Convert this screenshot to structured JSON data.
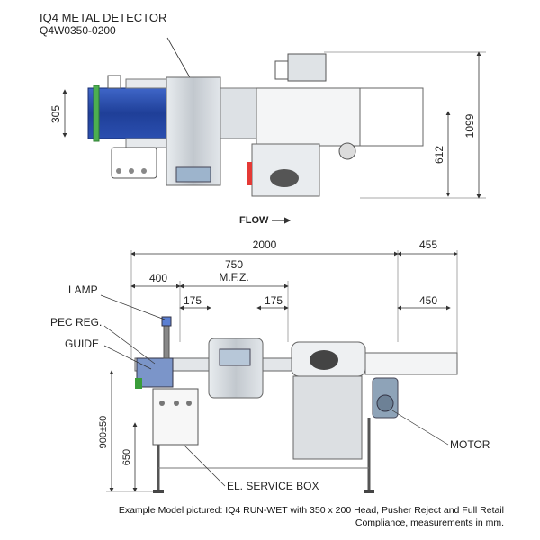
{
  "top_view": {
    "title_line1": "IQ4 METAL DETECTOR",
    "title_line2": "Q4W0350-0200",
    "dim_width": "305",
    "dim_612": "612",
    "dim_1099": "1099"
  },
  "flow_label": "FLOW",
  "side_view": {
    "dim_2000": "2000",
    "dim_455": "455",
    "dim_750": "750",
    "mfz_label": "M.F.Z.",
    "dim_400": "400",
    "dim_175_left": "175",
    "dim_175_right": "175",
    "dim_450": "450",
    "dim_900": "900±50",
    "dim_650": "650"
  },
  "callouts": {
    "lamp": "LAMP",
    "pec_reg": "PEC REG.",
    "guide": "GUIDE",
    "motor": "MOTOR",
    "el_service_box": "EL. SERVICE BOX"
  },
  "caption": {
    "line1": "Example Model pictured: IQ4 RUN-WET with 350 x 200 Head, Pusher Reject and Full Retail",
    "line2": "Compliance, measurements in mm."
  },
  "colors": {
    "conveyor_blue": "#2b4fb0",
    "steel": "#c9cfd6",
    "line": "#333333"
  }
}
